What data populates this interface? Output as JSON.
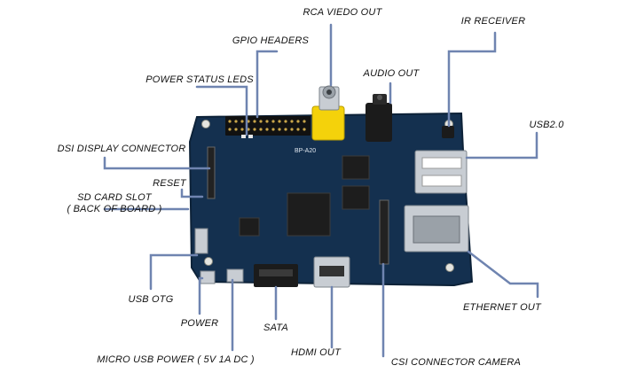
{
  "diagram": {
    "labels": {
      "rca_video_out": "RCA VIEDO OUT",
      "ir_receiver": "IR RECEIVER",
      "gpio_headers": "GPIO HEADERS",
      "audio_out": "AUDIO OUT",
      "power_status_leds": "POWER STATUS LEDS",
      "usb2": "USB2.0",
      "dsi_display_connector": "DSI DISPLAY CONNECTOR",
      "reset": "RESET",
      "sd_card_slot": "SD CARD SLOT",
      "sd_card_slot_note": "( BACK OF BOARD )",
      "usb_otg": "USB OTG",
      "power": "POWER",
      "sata": "SATA",
      "ethernet_out": "ETHERNET OUT",
      "hdmi_out": "HDMI OUT",
      "micro_usb_power": "MICRO USB POWER ( 5V 1A DC )",
      "csi_connector_camera": "CSI CONNECTOR CAMERA"
    },
    "board_silkscreen": "BP-A20",
    "colors": {
      "pcb": "#14304f",
      "pcb_edge": "#0d2238",
      "leader_line": "#6f84b0",
      "rca_jack": "#f4d20b",
      "metal": "#c8cdd3",
      "black_part": "#1b1b1b"
    }
  }
}
